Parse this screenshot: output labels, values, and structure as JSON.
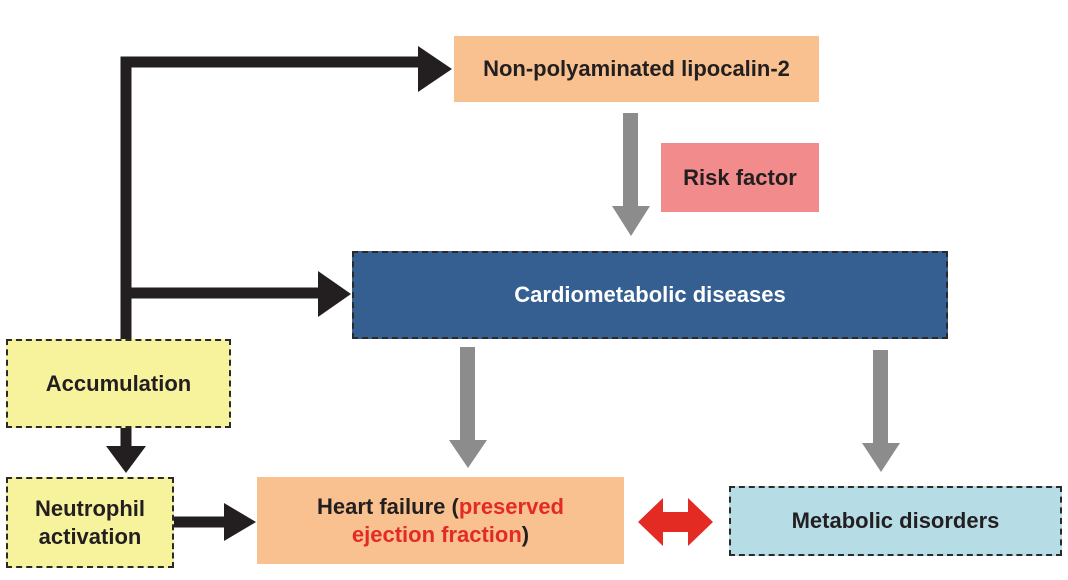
{
  "nodes": {
    "lipocalin": "Non-polyaminated lipocalin-2",
    "risk_factor": "Risk factor",
    "cardiometabolic": "Cardiometabolic diseases",
    "accumulation": "Accumulation",
    "neutrophil_line1": "Neutrophil",
    "neutrophil_line2": "activation",
    "heart_prefix": "Heart failure (",
    "heart_red1": "preserved",
    "heart_red2": "ejection fraction",
    "heart_suffix": ")",
    "metabolic": "Metabolic disorders"
  },
  "colors": {
    "lipocalin_fill": "#f8c18f",
    "risk_fill": "#f28b8b",
    "cardio_fill": "#355f91",
    "accumulation_fill": "#f7f29c",
    "metabolic_fill": "#b6dde6",
    "black_arrow": "#231f20",
    "grey_arrow": "#8c8c8c",
    "red_arrow": "#e32b24",
    "highlight_text": "#e32b24"
  }
}
